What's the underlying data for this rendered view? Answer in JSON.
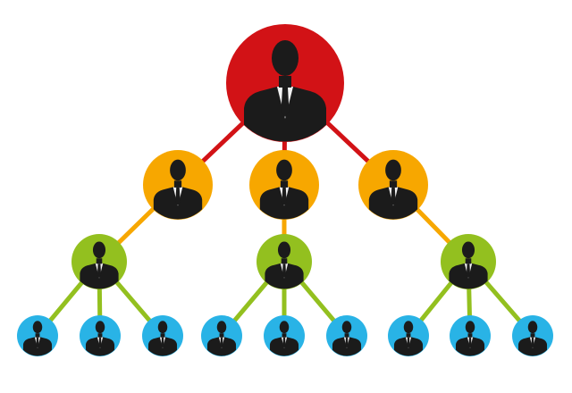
{
  "colors": {
    "background": "#ffffff",
    "level_0": "#d21216",
    "level_1": "#f7a700",
    "level_2": "#93c01f",
    "level_3": "#29b3e6",
    "person": "#1b1b1b",
    "shirt": "#f2f2f2"
  },
  "hierarchy": {
    "root": {
      "level": 0,
      "children": [
        {
          "level": 1,
          "children": [
            {
              "level": 2,
              "children": [
                {
                  "level": 3
                },
                {
                  "level": 3
                },
                {
                  "level": 3
                }
              ]
            }
          ]
        },
        {
          "level": 1,
          "children": [
            {
              "level": 2,
              "children": [
                {
                  "level": 3
                },
                {
                  "level": 3
                },
                {
                  "level": 3
                }
              ]
            }
          ]
        },
        {
          "level": 1,
          "children": [
            {
              "level": 2,
              "children": [
                {
                  "level": 3
                },
                {
                  "level": 3
                },
                {
                  "level": 3
                }
              ]
            }
          ]
        }
      ]
    }
  },
  "icon": "person-icon"
}
